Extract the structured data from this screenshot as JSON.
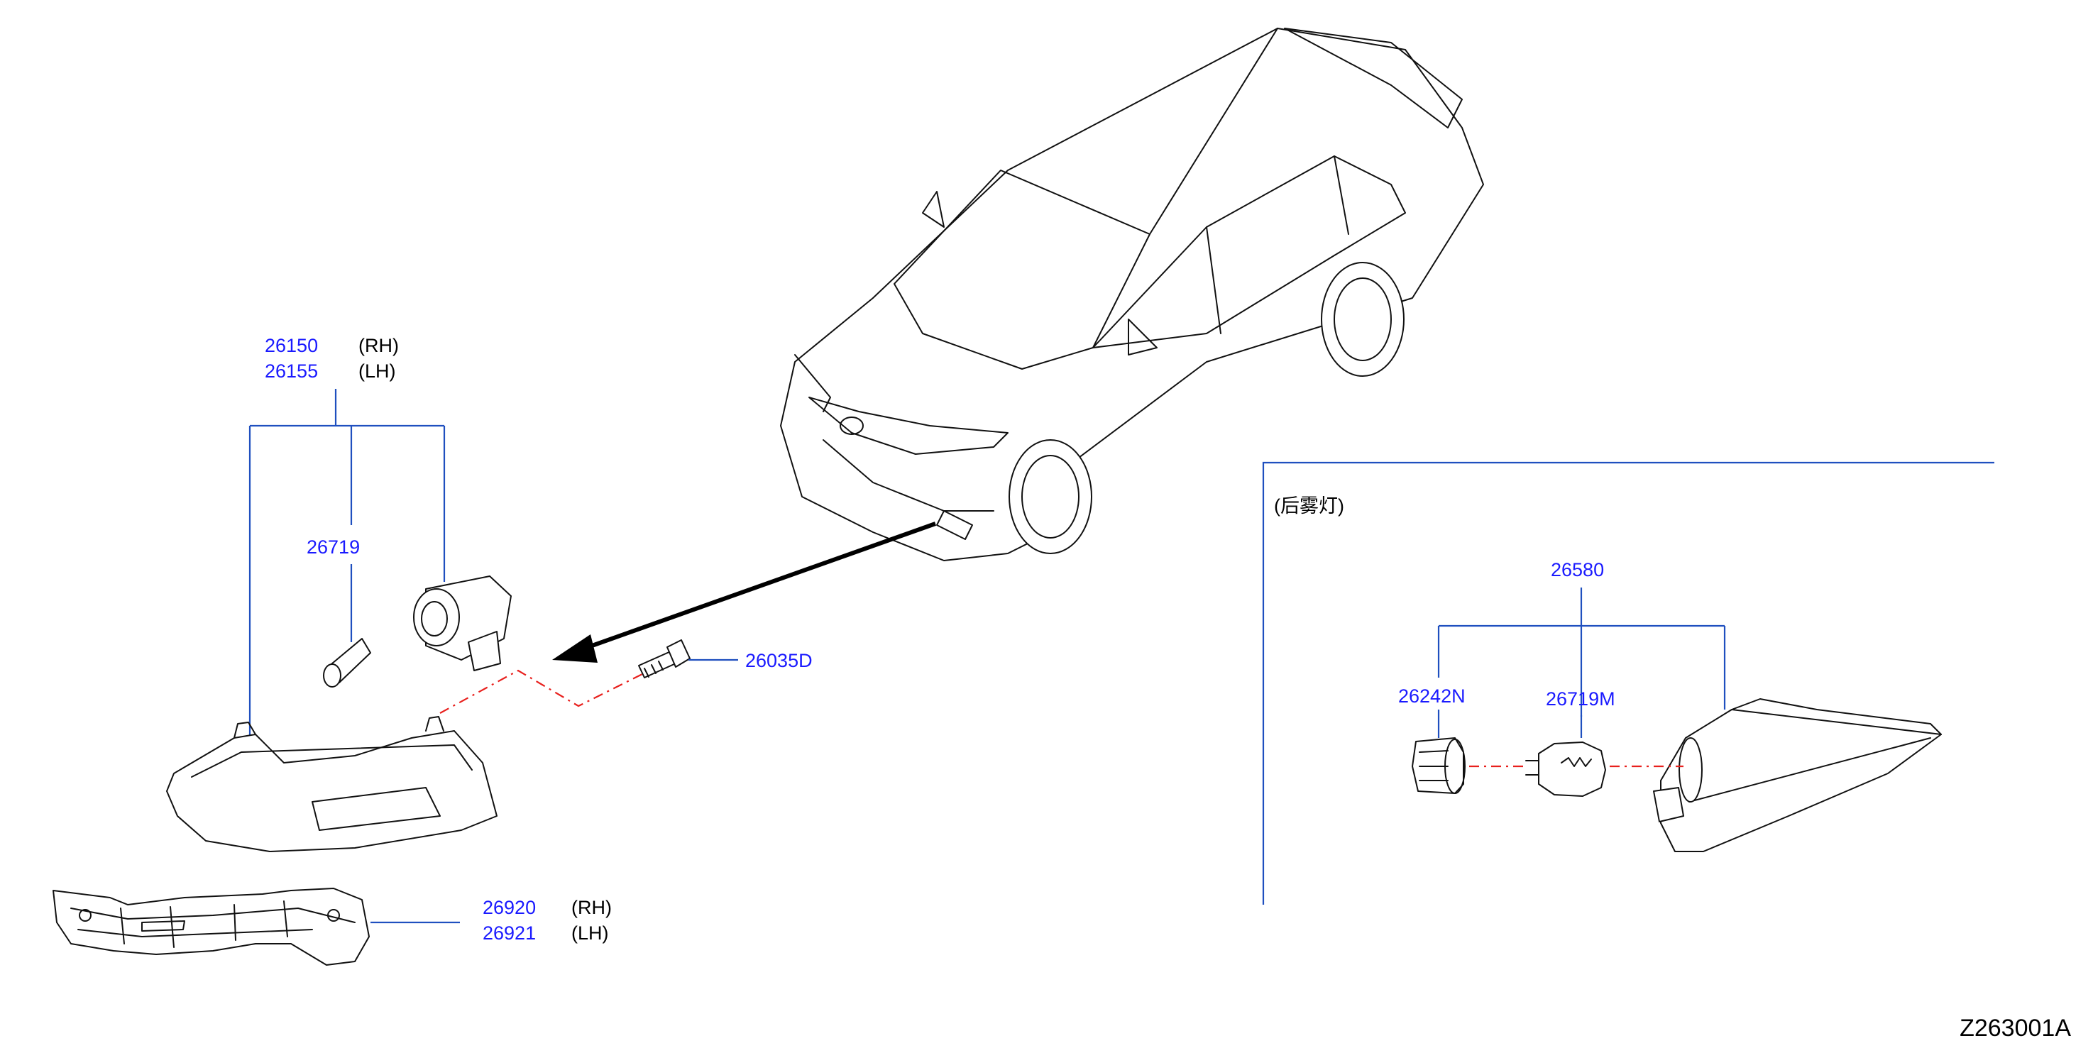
{
  "callouts": {
    "front_lamp_rh_number": "26150",
    "front_lamp_rh_side": "(RH)",
    "front_lamp_lh_number": "26155",
    "front_lamp_lh_side": "(LH)",
    "front_bulb_number": "26719",
    "screw_number": "26035D",
    "bracket_rh_number": "26920",
    "bracket_rh_side": "(RH)",
    "bracket_lh_number": "26921",
    "bracket_lh_side": "(LH)"
  },
  "rear_section": {
    "caption": "(后雾灯)",
    "lamp_number": "26580",
    "socket_number": "26242N",
    "bulb_number": "26719M"
  },
  "diagram_code": "Z263001A",
  "colors": {
    "part_number": "#1a1aff",
    "leader_line": "#1f4fbf",
    "alignment_line": "#e8201d",
    "drawing_ink": "#111111"
  }
}
